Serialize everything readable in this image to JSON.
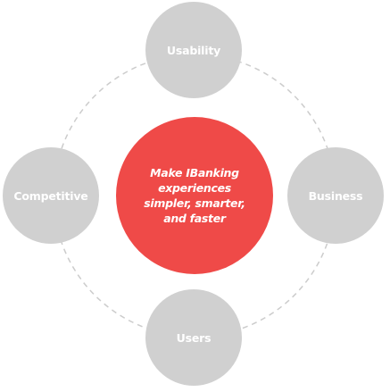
{
  "diagram": {
    "center": {
      "lines": [
        "Make IBanking",
        "experiences",
        "simpler, smarter,",
        "and faster"
      ]
    },
    "nodes": {
      "top": "Usability",
      "right": "Business",
      "bottom": "Users",
      "left": "Competitive"
    }
  },
  "colors": {
    "center_fill": "#ef4a48",
    "node_fill": "#d0d0d0",
    "ring_stroke": "#cccccc",
    "text": "#ffffff"
  }
}
